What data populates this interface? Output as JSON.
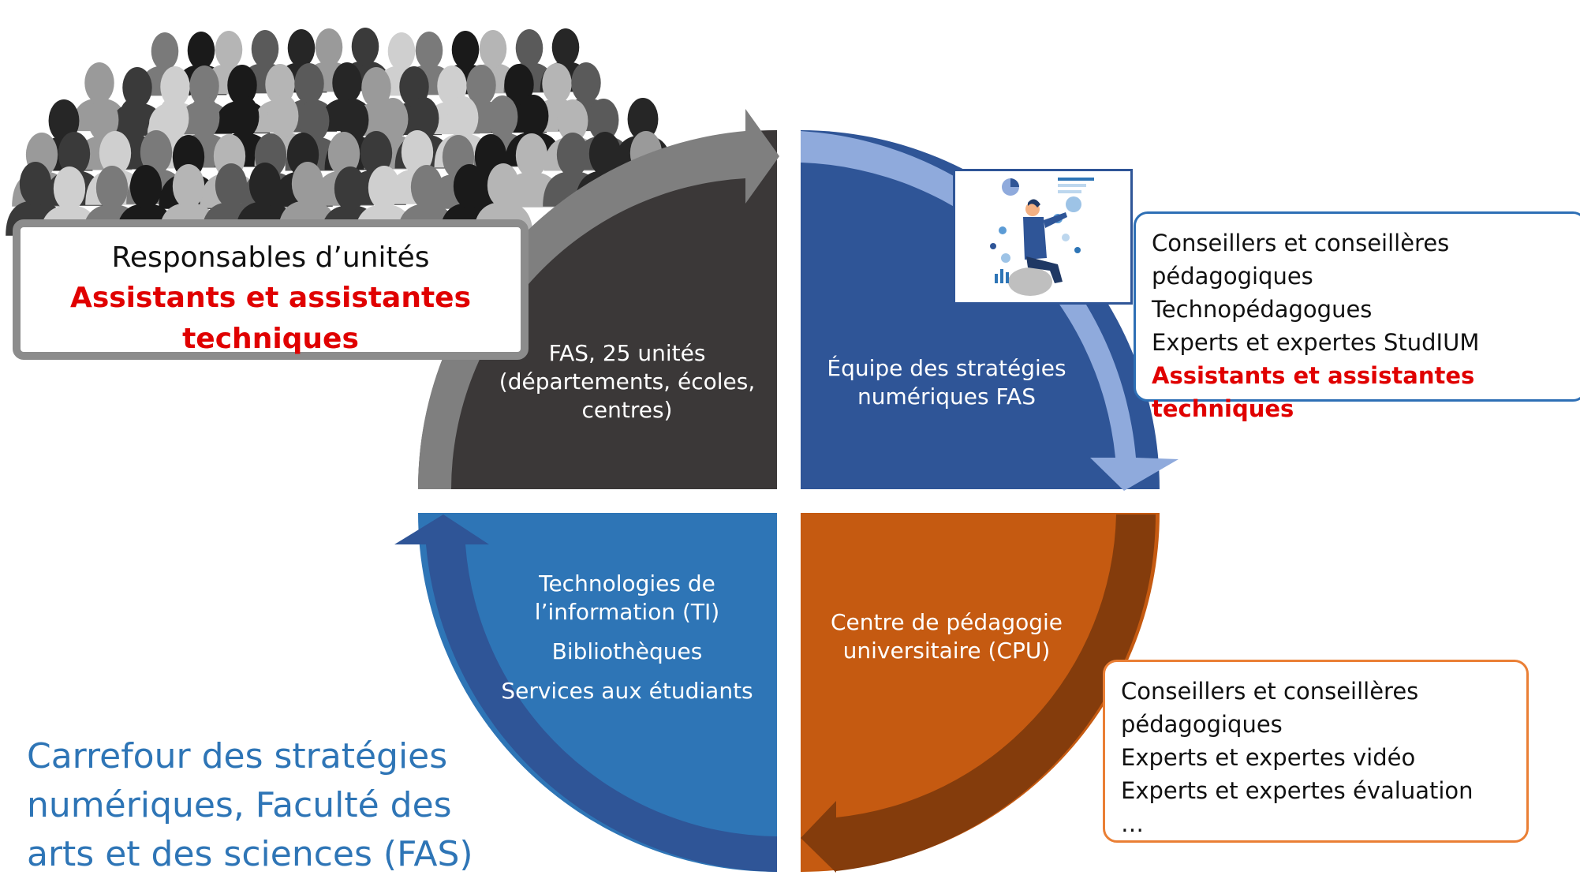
{
  "quadrants": {
    "top_left": {
      "lines": [
        "FAS, 25 unités",
        "(départements, écoles,",
        "centres)"
      ],
      "color": "#3b3838"
    },
    "top_right": {
      "lines": [
        "Équipe des stratégies",
        "numériques FAS"
      ],
      "color": "#2f5597"
    },
    "bottom_left": {
      "lines": [
        "Technologies de",
        "l’information (TI)",
        "Bibliothèques",
        "Services aux étudiants"
      ],
      "color": "#2e75b6"
    },
    "bottom_right": {
      "lines": [
        "Centre de pédagogie",
        "universitaire (CPU)"
      ],
      "color": "#c55a11"
    }
  },
  "arrows": {
    "top_left": "#7f7f7f",
    "top_right": "#8faadc",
    "bottom_right": "#843c0c",
    "bottom_left": "#2f5597"
  },
  "responsables_box": {
    "line1": "Responsables d’unités",
    "line2": "Assistants et assistantes",
    "line3": "techniques"
  },
  "esn_box": {
    "items": [
      "Conseillers et conseillères",
      "pédagogiques",
      "Technopédagogues",
      "Experts et expertes StudIUM"
    ],
    "highlight": "Assistants et assistantes techniques"
  },
  "cpu_box": {
    "items": [
      "Conseillers et conseillères",
      "pédagogiques",
      "Experts et expertes vidéo",
      "Experts et expertes évaluation",
      "…"
    ]
  },
  "caption": {
    "lines": [
      "Carrefour des stratégies",
      "numériques, Faculté des",
      "arts et des sciences (FAS)"
    ]
  },
  "colors": {
    "accent_red": "#e00000",
    "caption_blue": "#2e75b6",
    "esn_border": "#2e6fb5",
    "cpu_border": "#ea7f35"
  }
}
